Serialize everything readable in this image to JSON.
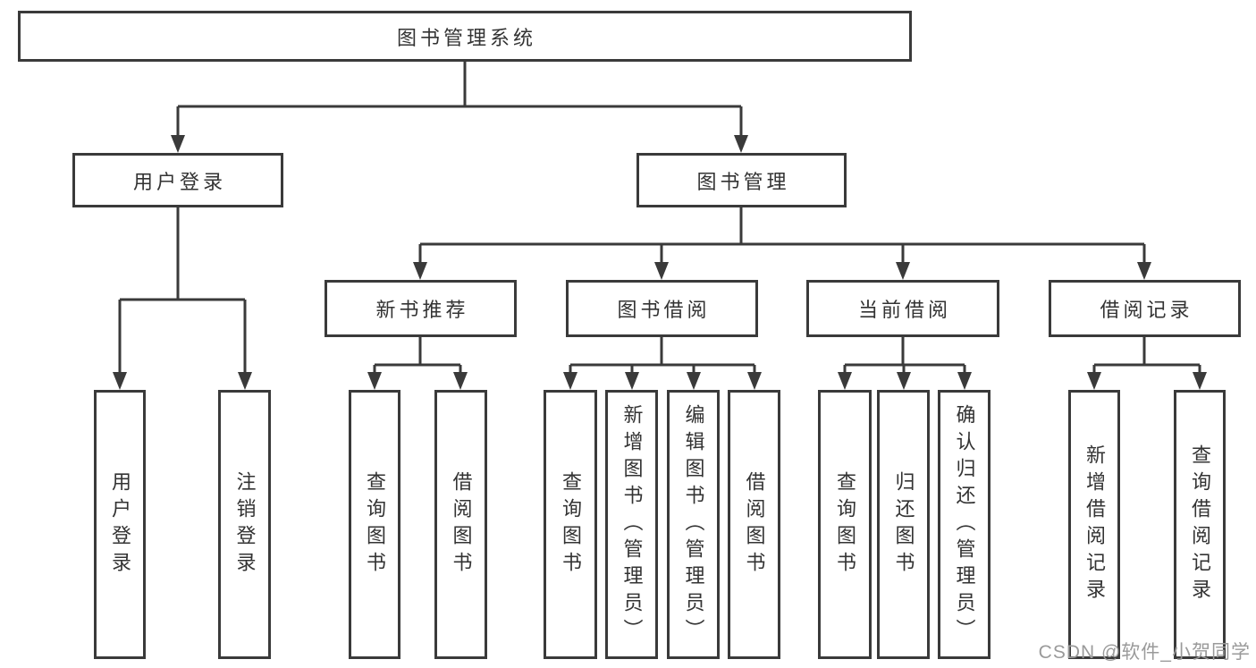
{
  "diagram": {
    "type": "hierarchy",
    "root": {
      "label": "图书管理系统",
      "children": [
        {
          "label": "用户登录",
          "children": [
            {
              "label": "用户登录"
            },
            {
              "label": "注销登录"
            }
          ]
        },
        {
          "label": "图书管理",
          "children": [
            {
              "label": "新书推荐",
              "children": [
                {
                  "label": "查询图书"
                },
                {
                  "label": "借阅图书"
                }
              ]
            },
            {
              "label": "图书借阅",
              "children": [
                {
                  "label": "查询图书"
                },
                {
                  "label": "新增图书（管理员）"
                },
                {
                  "label": "编辑图书（管理员）"
                },
                {
                  "label": "借阅图书"
                }
              ]
            },
            {
              "label": "当前借阅",
              "children": [
                {
                  "label": "查询图书"
                },
                {
                  "label": "归还图书"
                },
                {
                  "label": "确认归还（管理员）"
                }
              ]
            },
            {
              "label": "借阅记录",
              "children": [
                {
                  "label": "新增借阅记录"
                },
                {
                  "label": "查询借阅记录"
                }
              ]
            }
          ]
        }
      ]
    }
  },
  "watermark": {
    "text": "CSDN @软件_小贺同学"
  },
  "colors": {
    "line": "#3a3a3a",
    "text": "#333333",
    "watermark": "#9a9a9a",
    "background": "#ffffff"
  }
}
